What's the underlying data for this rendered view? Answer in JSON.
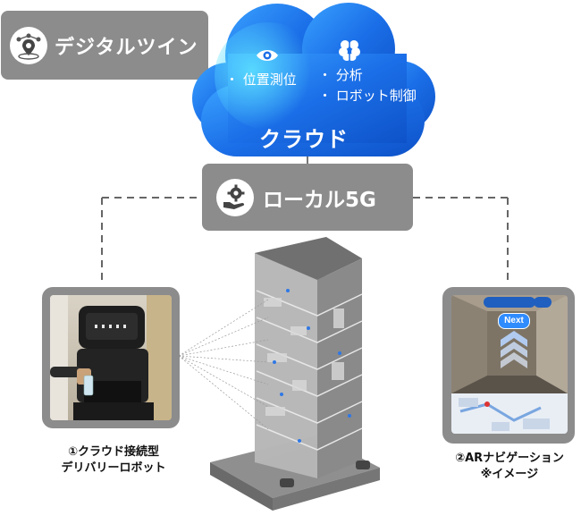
{
  "digital_twin": {
    "label": "デジタルツイン",
    "icon": "map-pin-network-icon"
  },
  "cloud": {
    "title": "クラウド",
    "left_icon": "eye-icon",
    "left_items": [
      "・ 位置測位"
    ],
    "right_icon": "brain-icon",
    "right_items": [
      "・ 分析",
      "・ ロボット制御"
    ]
  },
  "local5g": {
    "label": "ローカル5G",
    "icon": "gear-hand-icon"
  },
  "left_photo": {
    "caption_line1": "①クラウド接続型",
    "caption_line2": "デリバリーロボット"
  },
  "right_photo": {
    "caption_line1": "②ARナビゲーション",
    "caption_line2": "※イメージ",
    "next_label": "Next"
  },
  "colors": {
    "badge_gray": "#8c8c8c",
    "cloud_blue": "#1e78f0",
    "cloud_light": "#5ac8fa"
  }
}
